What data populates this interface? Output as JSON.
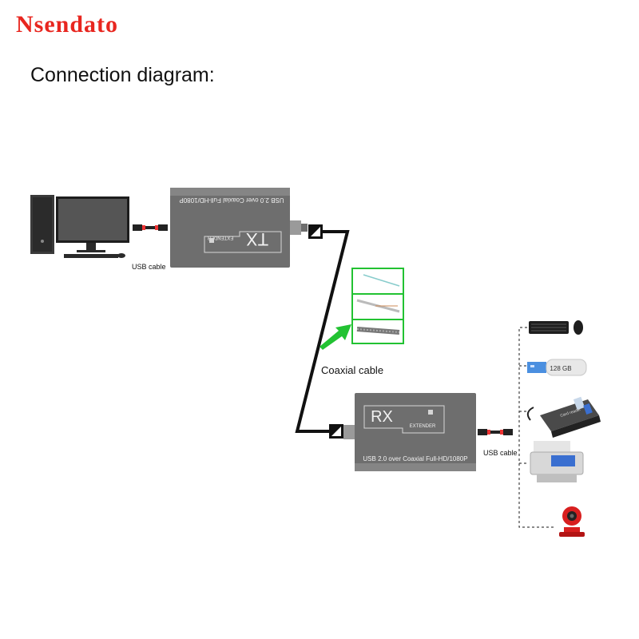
{
  "brand": {
    "name": "Nsendato",
    "color": "#e8261f"
  },
  "title": "Connection diagram:",
  "tx": {
    "label": "TX",
    "sub": "EXTENDER",
    "text": "USB 2.0 over Coaxial  Full-HD/1080P"
  },
  "rx": {
    "label": "RX",
    "sub": "EXTENDER",
    "text": "USB 2.0 over Coaxial  Full-HD/1080P"
  },
  "labels": {
    "usb_cable_left": "USB cable",
    "usb_cable_right": "USB cable",
    "coaxial_cable": "Coaxial cable"
  },
  "peripherals": {
    "flash_drive_text": "128 GB",
    "card_reader_text": "Card reader"
  },
  "colors": {
    "device": "#6e6e6e",
    "cable_inset": "#22c232",
    "arrow": "#22c232"
  }
}
